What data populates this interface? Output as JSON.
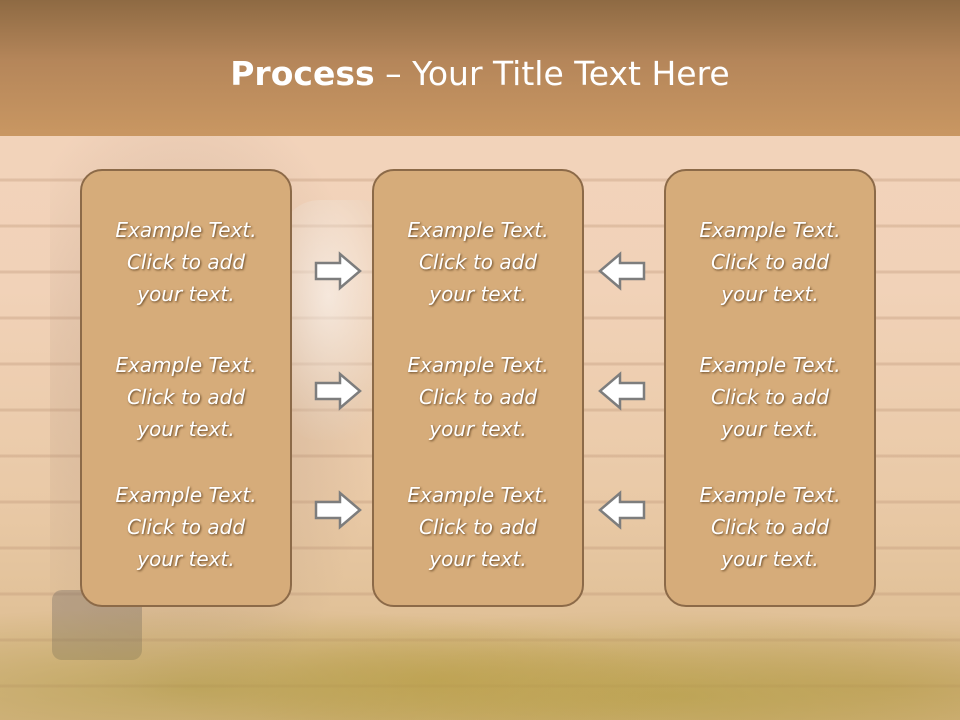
{
  "title": {
    "bold_part": "Process",
    "separator": " – ",
    "rest": "Your Title Text Here"
  },
  "columns": [
    {
      "items": [
        {
          "line1": "Example Text.",
          "line2": "Click  to add",
          "line3": "your text."
        },
        {
          "line1": "Example Text.",
          "line2": "Click  to add",
          "line3": "your text."
        },
        {
          "line1": "Example Text.",
          "line2": "Click  to add",
          "line3": "your text."
        }
      ]
    },
    {
      "items": [
        {
          "line1": "Example Text.",
          "line2": "Click  to add",
          "line3": "your text."
        },
        {
          "line1": "Example Text.",
          "line2": "Click  to add",
          "line3": "your text."
        },
        {
          "line1": "Example Text.",
          "line2": "Click  to add",
          "line3": "your text."
        }
      ]
    },
    {
      "items": [
        {
          "line1": "Example Text.",
          "line2": "Click  to add",
          "line3": "your text."
        },
        {
          "line1": "Example Text.",
          "line2": "Click  to add",
          "line3": "your text."
        },
        {
          "line1": "Example Text.",
          "line2": "Click  to add",
          "line3": "your text."
        }
      ]
    }
  ],
  "arrows": {
    "left_group": "arrow-right-icon",
    "right_group": "arrow-left-icon"
  },
  "colors": {
    "header": "#b5865a",
    "box_fill": "#d6ac7a",
    "box_border": "#8c6a48",
    "text": "#ffffff"
  }
}
